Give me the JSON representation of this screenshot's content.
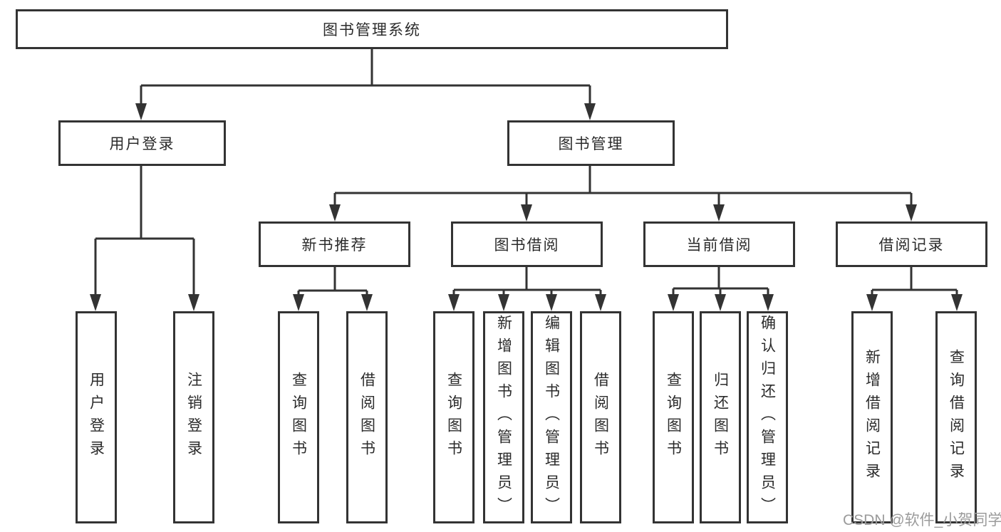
{
  "diagram": {
    "title": "图书管理系统",
    "root": {
      "label": "图书管理系统"
    },
    "level2": [
      {
        "id": "user-login",
        "label": "用户登录"
      },
      {
        "id": "book-management",
        "label": "图书管理"
      }
    ],
    "level3": [
      {
        "id": "new-book-recommend",
        "parent": "图书管理",
        "label": "新书推荐"
      },
      {
        "id": "book-borrowing",
        "parent": "图书管理",
        "label": "图书借阅"
      },
      {
        "id": "current-borrowing",
        "parent": "图书管理",
        "label": "当前借阅"
      },
      {
        "id": "borrowing-records",
        "parent": "图书管理",
        "label": "借阅记录"
      }
    ],
    "leaves": [
      {
        "parent": "用户登录",
        "label": "用户登录"
      },
      {
        "parent": "用户登录",
        "label": "注销登录"
      },
      {
        "parent": "新书推荐",
        "label": "查询图书"
      },
      {
        "parent": "新书推荐",
        "label": "借阅图书"
      },
      {
        "parent": "图书借阅",
        "label": "查询图书"
      },
      {
        "parent": "图书借阅",
        "label": "新增图书（管理员）"
      },
      {
        "parent": "图书借阅",
        "label": "编辑图书（管理员）"
      },
      {
        "parent": "图书借阅",
        "label": "借阅图书"
      },
      {
        "parent": "当前借阅",
        "label": "查询图书"
      },
      {
        "parent": "当前借阅",
        "label": "归还图书"
      },
      {
        "parent": "当前借阅",
        "label": "确认归还（管理员）"
      },
      {
        "parent": "借阅记录",
        "label": "新增借阅记录"
      },
      {
        "parent": "借阅记录",
        "label": "查询借阅记录"
      }
    ],
    "watermark": "CSDN @软件_小贺同学",
    "colors": {
      "line": "#333333",
      "box_border": "#333333",
      "text": "#2b2b2b",
      "watermark": "#9b9b9b",
      "background": "#ffffff"
    }
  }
}
